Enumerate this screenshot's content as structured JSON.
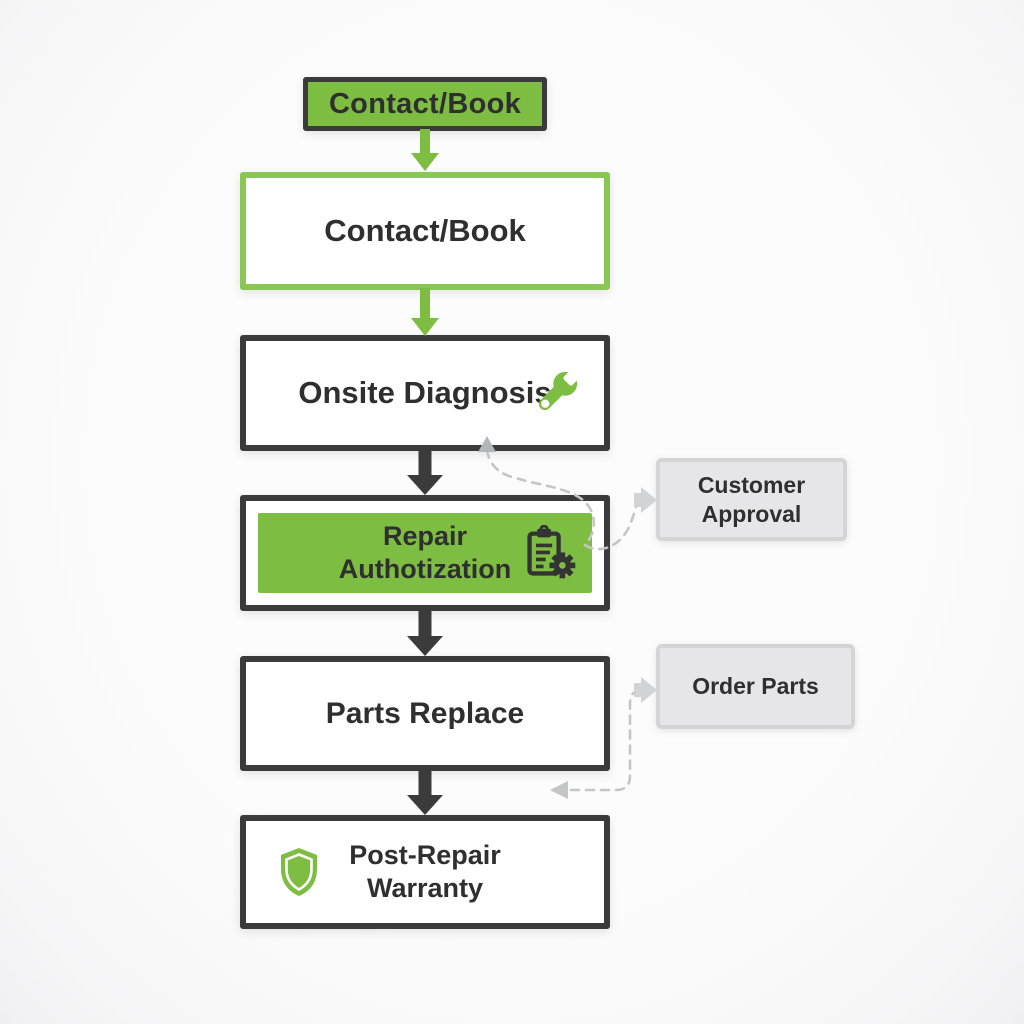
{
  "flow": {
    "start": {
      "label": "Contact/Book"
    },
    "steps": [
      {
        "label": "Contact/Book"
      },
      {
        "label": "Onsite Diagnosis",
        "icon": "wrench-icon"
      },
      {
        "line1": "Repair",
        "line2": "Authotization",
        "icon": "clipboard-gear-icon"
      },
      {
        "label": "Parts Replace"
      },
      {
        "line1": "Post-Repair",
        "line2": "Warranty",
        "icon": "shield-icon"
      }
    ],
    "side": [
      {
        "line1": "Customer",
        "line2": "Approval"
      },
      {
        "label": "Order Parts"
      }
    ],
    "colors": {
      "green": "#7dbd42",
      "green_border": "#8ac656",
      "dark": "#3b3b3b",
      "text": "#2f2f2f",
      "gray_fill": "#e6e6e8",
      "gray_border": "#d4d4d6",
      "dashed": "#c3c5c7",
      "dashed_arrowhead": "#b3b6b8",
      "solid_arrowhead": "#d2d3d5"
    }
  }
}
